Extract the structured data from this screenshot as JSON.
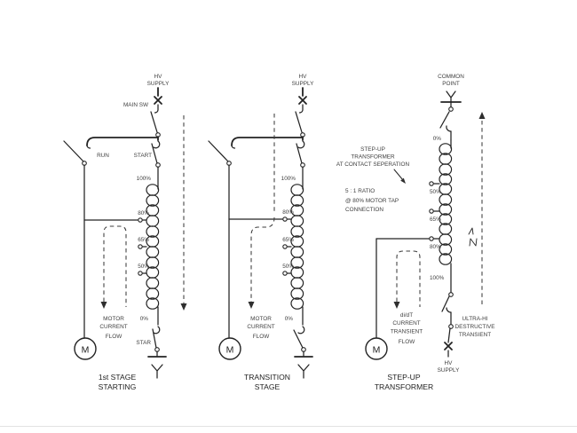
{
  "page": {
    "background": "#ffffff",
    "ink": "#232323"
  },
  "stage1": {
    "supply_top": "HV",
    "supply_bottom": "SUPPLY",
    "main_sw": "MAIN SW",
    "run": "RUN",
    "start": "START",
    "tap100": "100%",
    "tap80": "80%",
    "tap65": "65%",
    "tap50": "50%",
    "tap0": "0%",
    "star": "STAR",
    "flow1": "MOTOR",
    "flow2": "CURRENT",
    "flow3": "FLOW",
    "motor": "M",
    "title1": "1st STAGE",
    "title2": "STARTING"
  },
  "stage2": {
    "supply_top": "HV",
    "supply_bottom": "SUPPLY",
    "tap100": "100%",
    "tap80": "80%",
    "tap65": "65%",
    "tap50": "50%",
    "tap0": "0%",
    "flow1": "MOTOR",
    "flow2": "CURRENT",
    "flow3": "FLOW",
    "motor": "M",
    "title1": "TRANSITION",
    "title2": "STAGE"
  },
  "stage3": {
    "common1": "COMMON",
    "common2": "POINT",
    "tap0": "0%",
    "tap50": "50%",
    "tap65": "65%",
    "tap80": "80%",
    "tap100": "100%",
    "flow1": "di/dT",
    "flow2": "CURRENT",
    "flow3": "TRANSIENT",
    "flow4": "FLOW",
    "transient1": "ULTRA-HI",
    "transient2": "DESTRUCTIVE",
    "transient3": "TRANSIENT",
    "supply_top": "HV",
    "supply_bottom": "SUPPLY",
    "motor": "M",
    "title1": "STEP-UP",
    "title2": "TRANSFORMER"
  },
  "notes": {
    "sep1": "STEP-UP",
    "sep2": "TRANSFORMER",
    "sep3": "AT CONTACT SEPERATION",
    "ratio": "5 : 1 RATIO",
    "tap1": "@ 80% MOTOR TAP",
    "tap2": "CONNECTION"
  }
}
